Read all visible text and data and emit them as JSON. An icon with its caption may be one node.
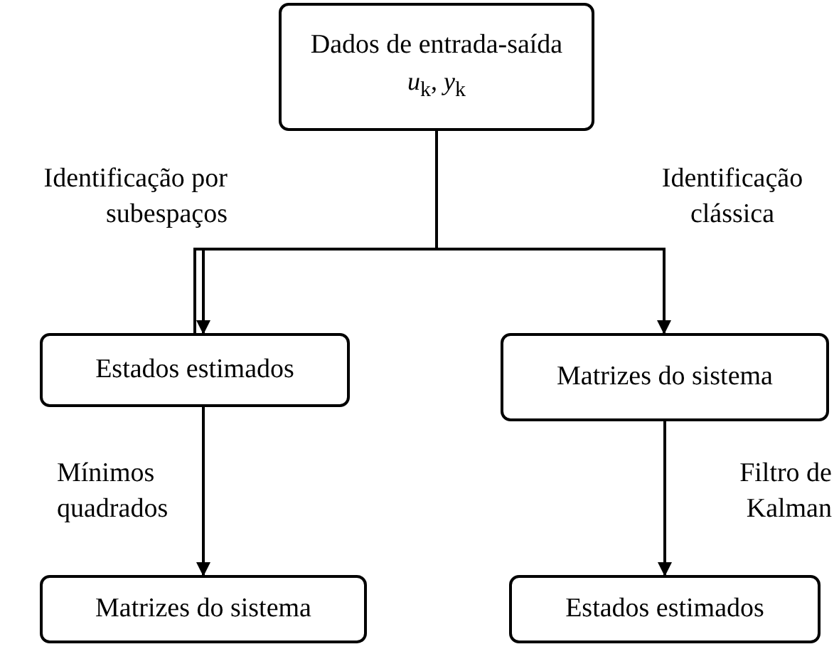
{
  "diagram": {
    "nodes": [
      {
        "text": [
          "Dados de entrada-saída",
          "*u*$_{k}$, *y*$_{k}$"
        ]
      },
      {
        "text": [
          "Estados estimados"
        ]
      },
      {
        "text": [
          "Matrizes do sistema"
        ]
      },
      {
        "text": [
          "Matrizes do sistema"
        ]
      },
      {
        "text": [
          "Estados estimados"
        ]
      }
    ],
    "edges": [
      {
        "from": 0,
        "to": 1,
        "arrow": "to",
        "label": "Identificação por subespaços"
      },
      {
        "from": 0,
        "to": 2,
        "arrow": "to",
        "label": "Identificação clássica"
      },
      {
        "from": 1,
        "to": 3,
        "arrow": "to",
        "label": "Mínimos quadrados"
      },
      {
        "from": 2,
        "to": 4,
        "arrow": "to",
        "label": "Filtro de Kalman"
      }
    ]
  }
}
